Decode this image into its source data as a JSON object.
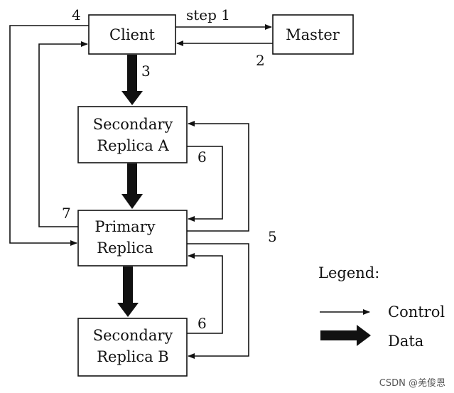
{
  "nodes": {
    "client": {
      "label": "Client"
    },
    "master": {
      "label": "Master"
    },
    "secondary_a": {
      "line1": "Secondary",
      "line2": "Replica A"
    },
    "primary": {
      "line1": "Primary",
      "line2": "Replica"
    },
    "secondary_b": {
      "line1": "Secondary",
      "line2": "Replica B"
    }
  },
  "steps": {
    "step1": "step 1",
    "step2": "2",
    "step3": "3",
    "step4": "4",
    "step5": "5",
    "step6a": "6",
    "step6b": "6",
    "step7": "7"
  },
  "legend": {
    "title": "Legend:",
    "control": "Control",
    "data": "Data"
  },
  "watermark": "CSDN @羌俊恩"
}
